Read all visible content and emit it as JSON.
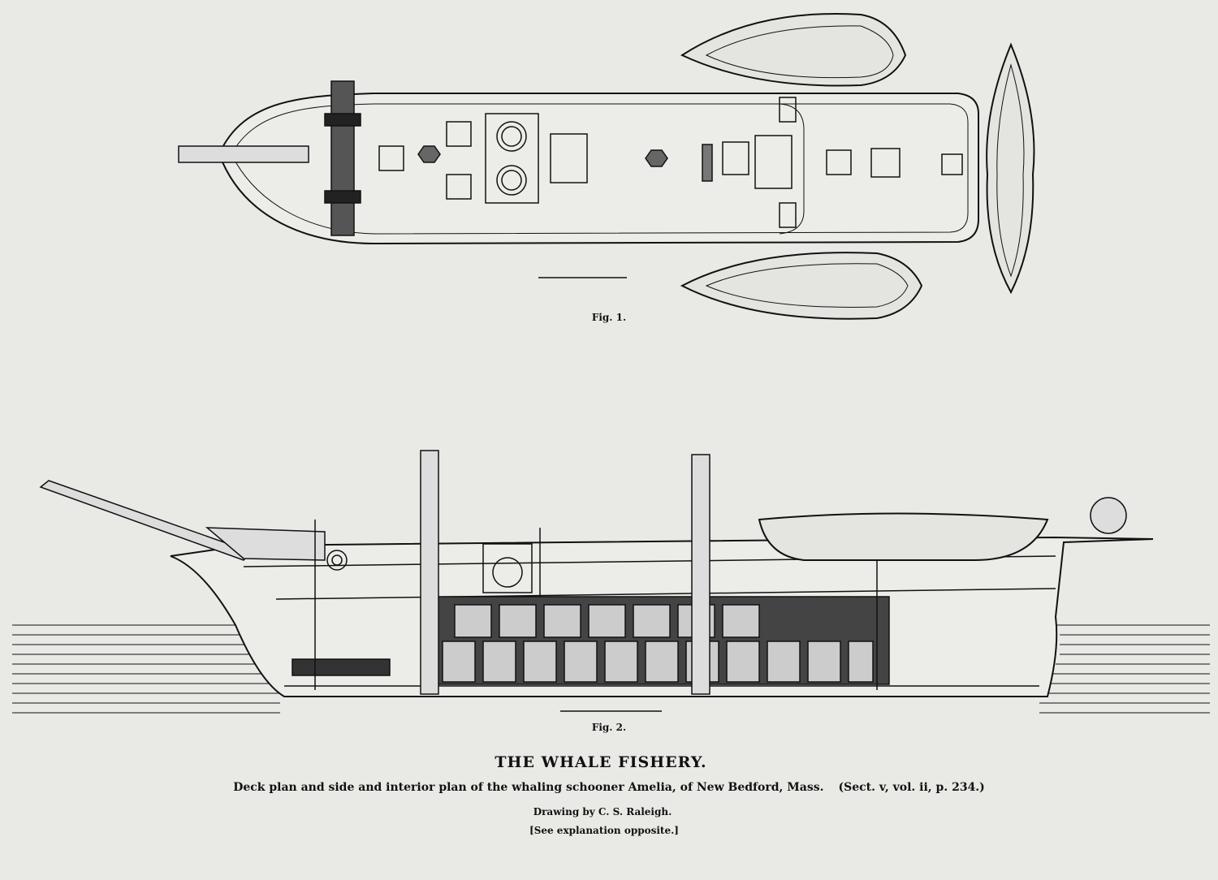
{
  "figures": [
    {
      "label": "Fig. 1."
    },
    {
      "label": "Fig. 2."
    }
  ],
  "caption": {
    "title": "THE WHALE FISHERY.",
    "description": "Deck plan and side and interior plan of the whaling schooner Amelia, of New Bedford, Mass.",
    "reference": "(Sect. v, vol. ii, p. 234.)",
    "credit": "Drawing by C. S. Raleigh.",
    "note": "[See explanation opposite.]"
  },
  "colors": {
    "paper": "#e9e9e6",
    "ink": "#111111"
  }
}
